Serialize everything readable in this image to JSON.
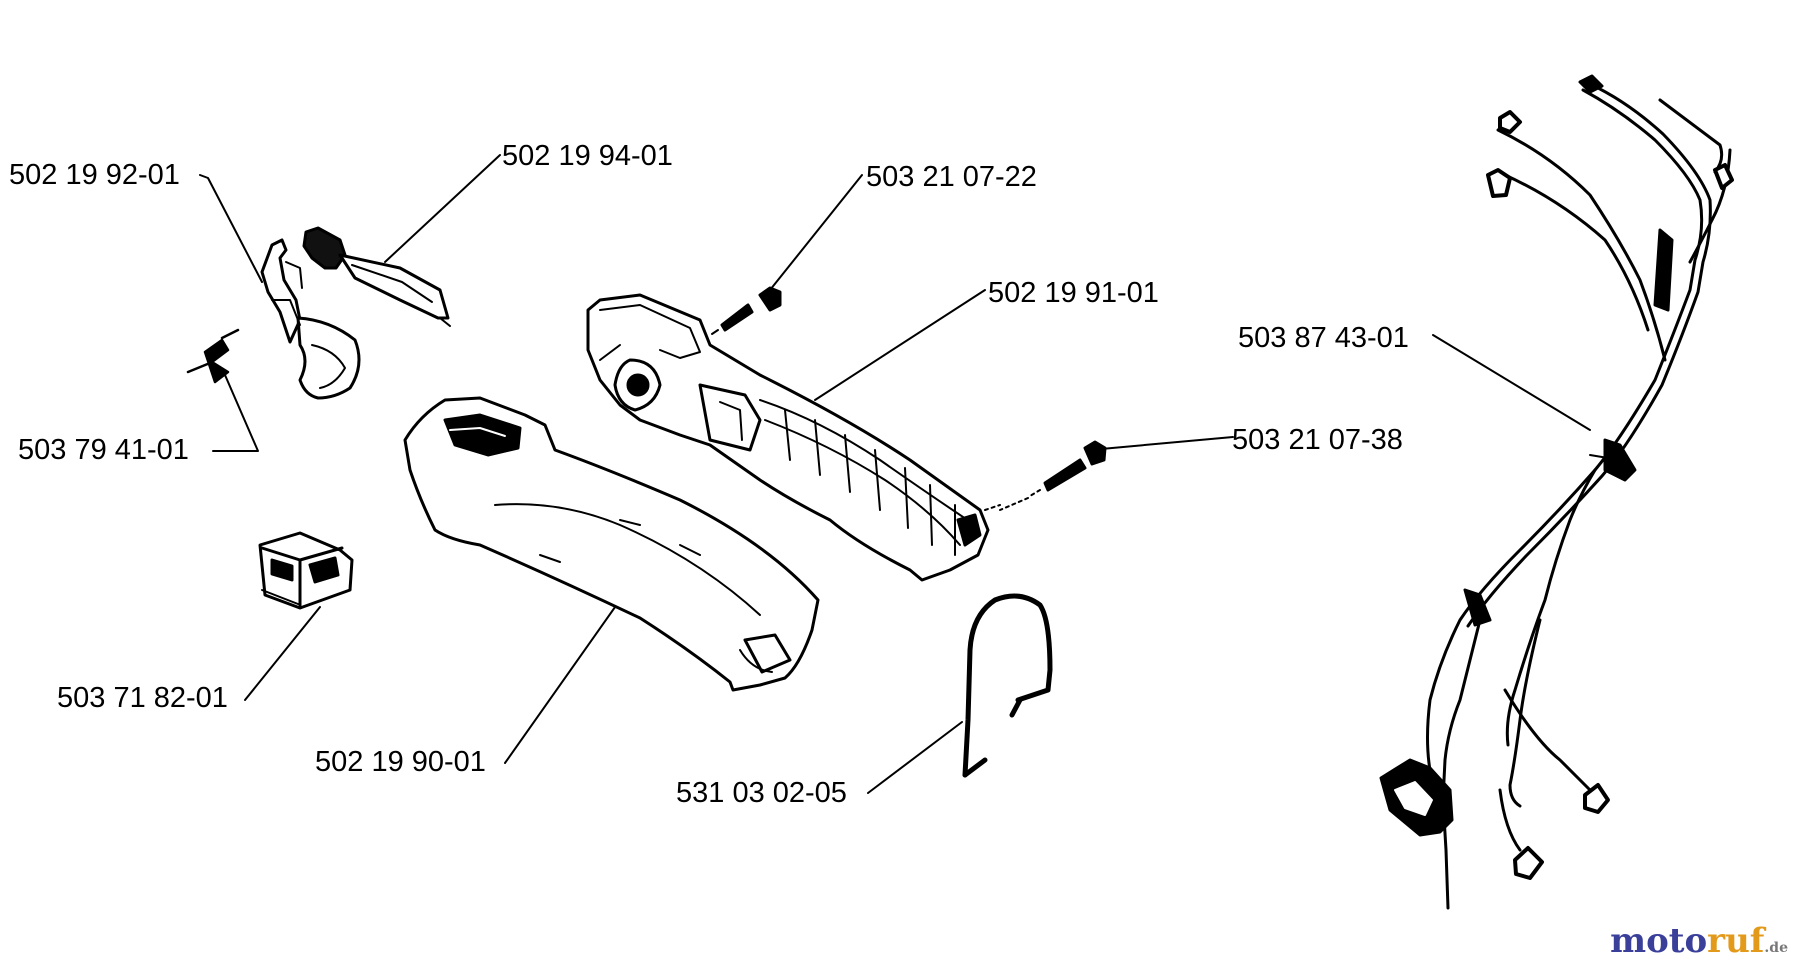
{
  "parts": {
    "p1": "502 19 92-01",
    "p2": "502 19 94-01",
    "p3": "503 21 07-22",
    "p4": "502 19 91-01",
    "p5": "503 87 43-01",
    "p6": "503 79 41-01",
    "p7": "503 21 07-38",
    "p8": "503 71 82-01",
    "p9": "502 19 90-01",
    "p10": "531 03 02-05"
  },
  "watermark": {
    "a": "moto",
    "b": "ruf",
    "tld": ".de"
  },
  "colors": {
    "line": "#000000",
    "wm_blue": "#3a3f9a",
    "wm_orange": "#e39a1a"
  }
}
